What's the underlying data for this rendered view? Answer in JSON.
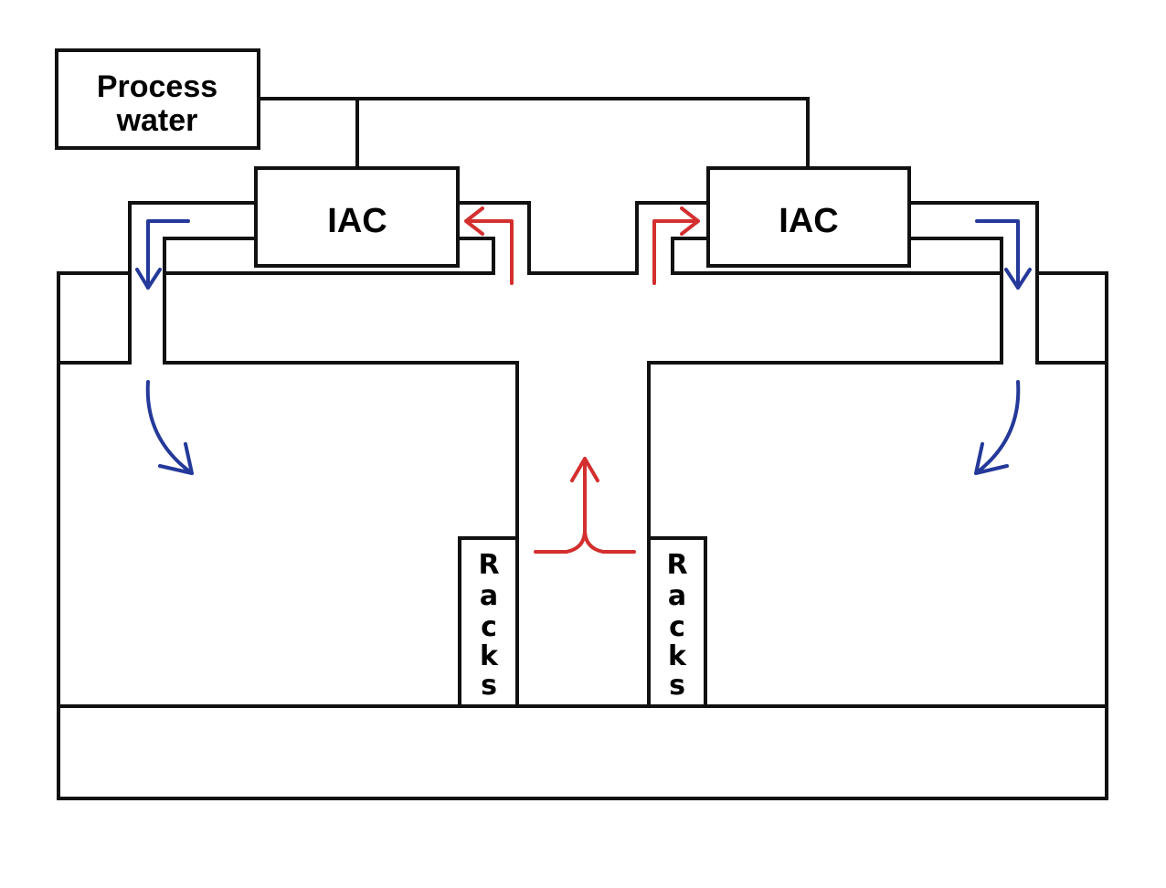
{
  "labels": {
    "process_water_line1": "Process",
    "process_water_line2": "water",
    "iac_left": "IAC",
    "iac_right": "IAC",
    "racks_left": [
      "R",
      "a",
      "c",
      "k",
      "s"
    ],
    "racks_right": [
      "R",
      "a",
      "c",
      "k",
      "s"
    ]
  },
  "colors": {
    "line": "#111111",
    "hot_air": "#d32f2f",
    "cold_air": "#24399a",
    "background": "#ffffff"
  }
}
